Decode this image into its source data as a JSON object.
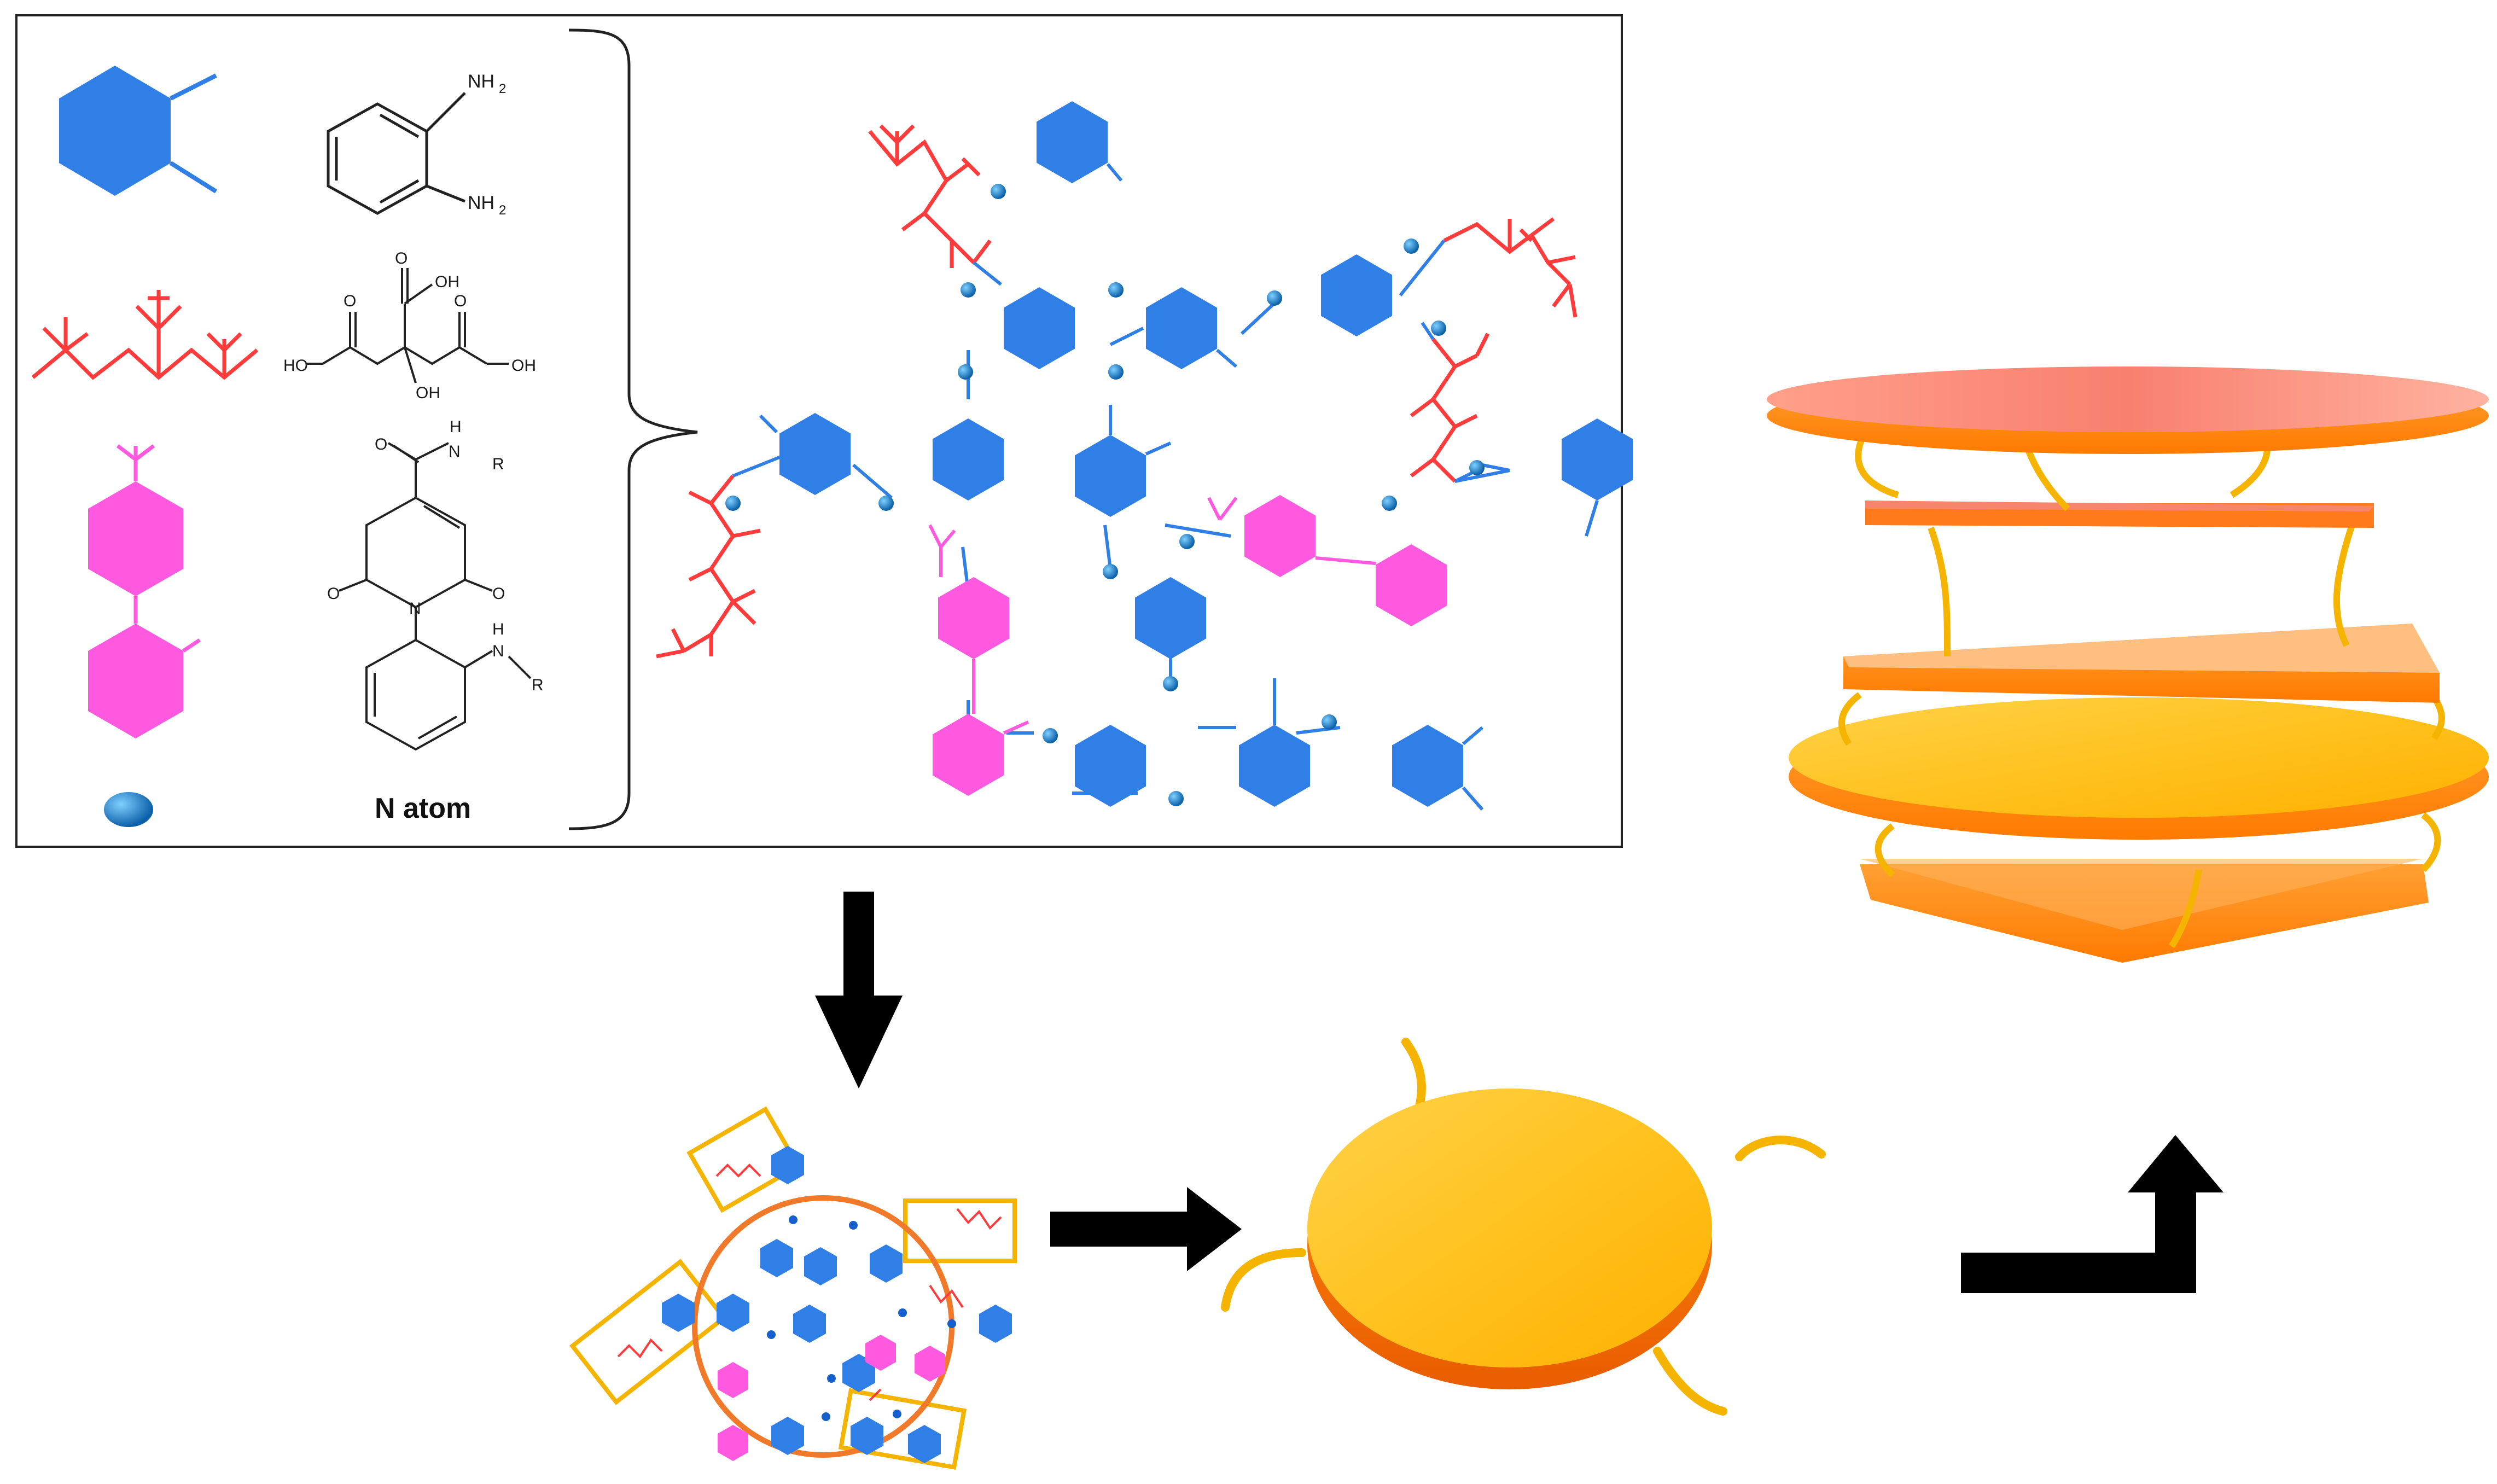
{
  "legend": {
    "labels": {
      "nh2_top": "NH",
      "nh2_bottom": "NH",
      "sub2": "2",
      "oh_top": "OH",
      "oh_left": "HO",
      "oh_mid": "OH",
      "oh_right": "OH",
      "o1": "O",
      "o2": "O",
      "o3": "O",
      "amide_o": "O",
      "amide_h": "H",
      "amide_n": "N",
      "amide_r": "R",
      "ring_o_left": "O",
      "ring_o_right": "O",
      "ring_n": "N",
      "lower_h": "H",
      "lower_n": "N",
      "lower_r": "R"
    },
    "n_atom_label": "N atom"
  },
  "colors": {
    "blue": "#2f7fe6",
    "blue_dark": "#1560cc",
    "red": "#ff3b3b",
    "magenta": "#ff59e0",
    "gold": "#f4b400",
    "orange_ring": "#f07a2a",
    "disc_orange": "#ff9a1f",
    "disc_pink": "#f58a7a",
    "arrow": "#000000"
  }
}
